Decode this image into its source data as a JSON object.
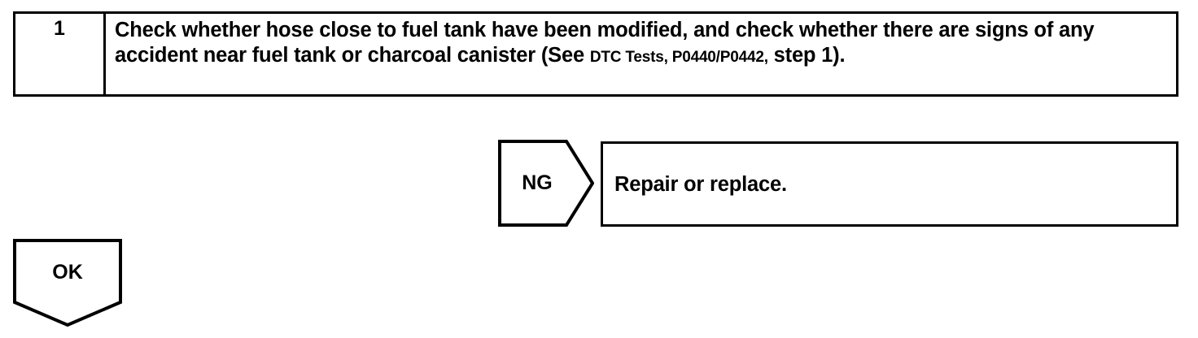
{
  "diagram": {
    "type": "troubleshooting-flowchart",
    "step": {
      "number": "1",
      "text_part_1": "Check whether hose close to fuel tank have been modified, and check whether there are signs of any accident near fuel tank or charcoal canister (See ",
      "reference_small_1": "DTC Tests, P0440/P0442,",
      "text_part_2": " step 1)."
    },
    "branch_ng": {
      "label": "NG",
      "action": "Repair or replace."
    },
    "branch_ok": {
      "label": "OK"
    },
    "colors": {
      "line": "#000000",
      "text": "#000000",
      "background": "#ffffff"
    }
  }
}
